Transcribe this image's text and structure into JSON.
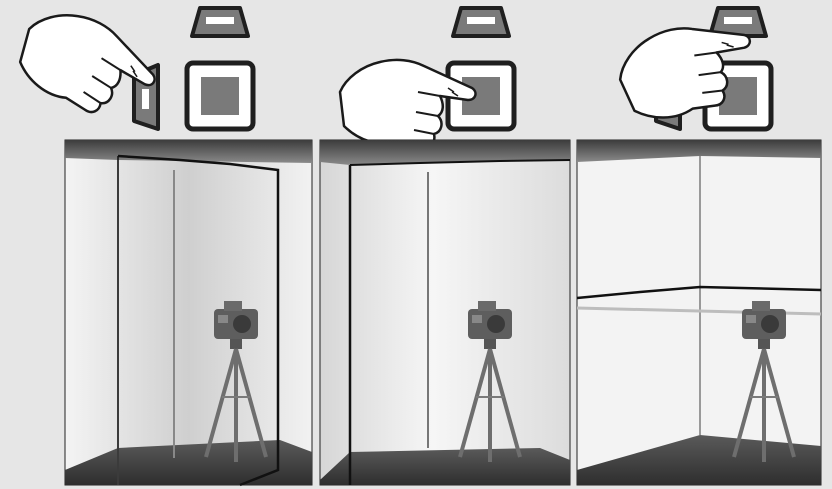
{
  "title": "",
  "panels": [
    {
      "id": "left",
      "pressed_button": "left-side"
    },
    {
      "id": "center",
      "pressed_button": "front"
    },
    {
      "id": "right",
      "pressed_button": "top"
    }
  ],
  "colors": {
    "background": "#e6e6e6",
    "button_fill": "#7a7a7a",
    "button_outline": "#1f1f1f",
    "floor": "#3c3c3c",
    "ceiling": "#5a5a5a",
    "wall": "#f0f0f0",
    "laser_line": "#111111"
  },
  "icons": {
    "hand": "pointing-hand-icon",
    "top_button": "top-laser-button-icon",
    "front_button": "front-laser-button-icon",
    "side_button": "side-laser-button-icon",
    "camera": "camera-on-tripod-icon"
  }
}
